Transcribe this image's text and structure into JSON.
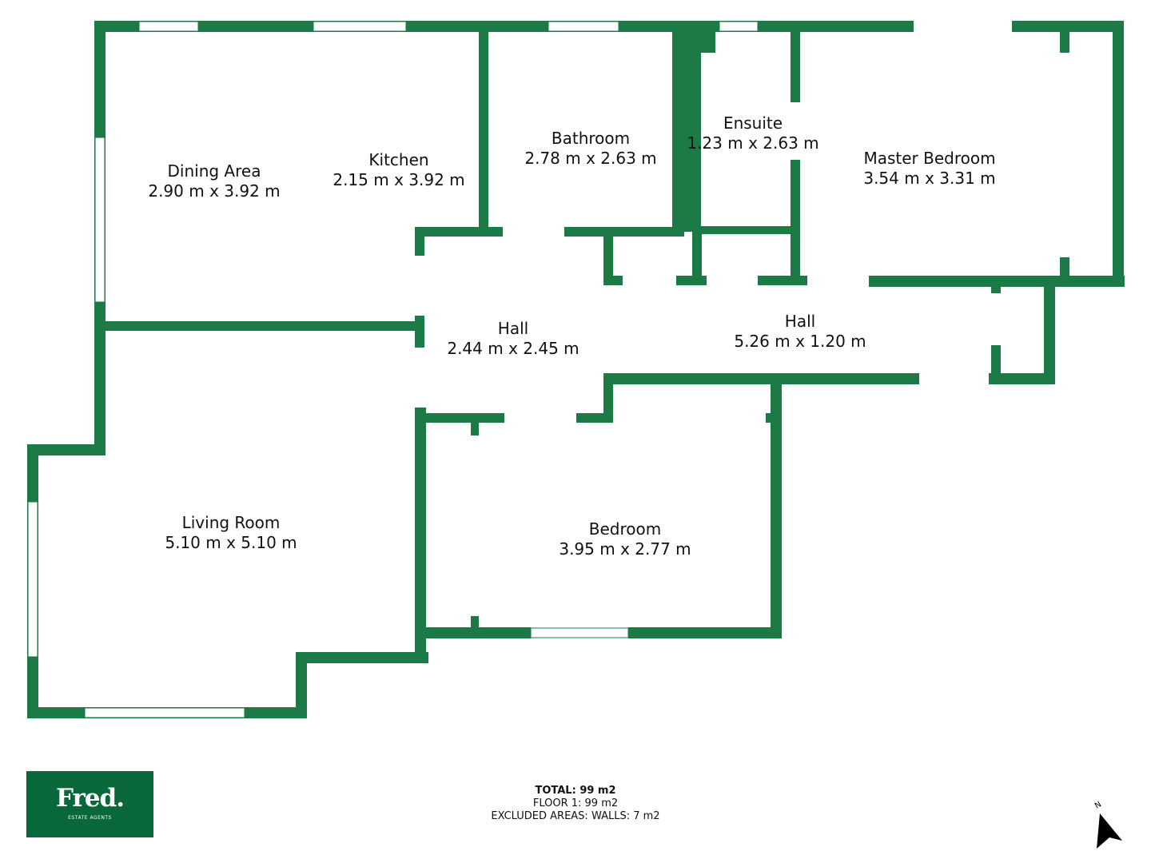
{
  "colors": {
    "wall": "#1b7a45",
    "logo_bg": "#08683a"
  },
  "rooms": [
    {
      "name": "Dining Area",
      "size": "2.90 m x 3.92 m"
    },
    {
      "name": "Kitchen",
      "size": "2.15 m x 3.92 m"
    },
    {
      "name": "Bathroom",
      "size": "2.78 m x 2.63 m"
    },
    {
      "name": "Ensuite",
      "size": "1.23 m x 2.63 m"
    },
    {
      "name": "Master Bedroom",
      "size": "3.54 m x 3.31 m"
    },
    {
      "name": "Hall",
      "size": "2.44 m x 2.45 m"
    },
    {
      "name": "Hall",
      "size": "5.26 m x 1.20 m"
    },
    {
      "name": "Living Room",
      "size": "5.10 m x 5.10 m"
    },
    {
      "name": "Bedroom",
      "size": "3.95 m x 2.77 m"
    }
  ],
  "logo": {
    "name": "Fred.",
    "subtitle": "ESTATE AGENTS"
  },
  "totals": {
    "total": "TOTAL: 99 m2",
    "floor": "FLOOR 1: 99 m2",
    "excluded": "EXCLUDED AREAS: WALLS: 7 m2"
  },
  "compass": {
    "label": "N",
    "icon": "north-arrow-icon"
  }
}
